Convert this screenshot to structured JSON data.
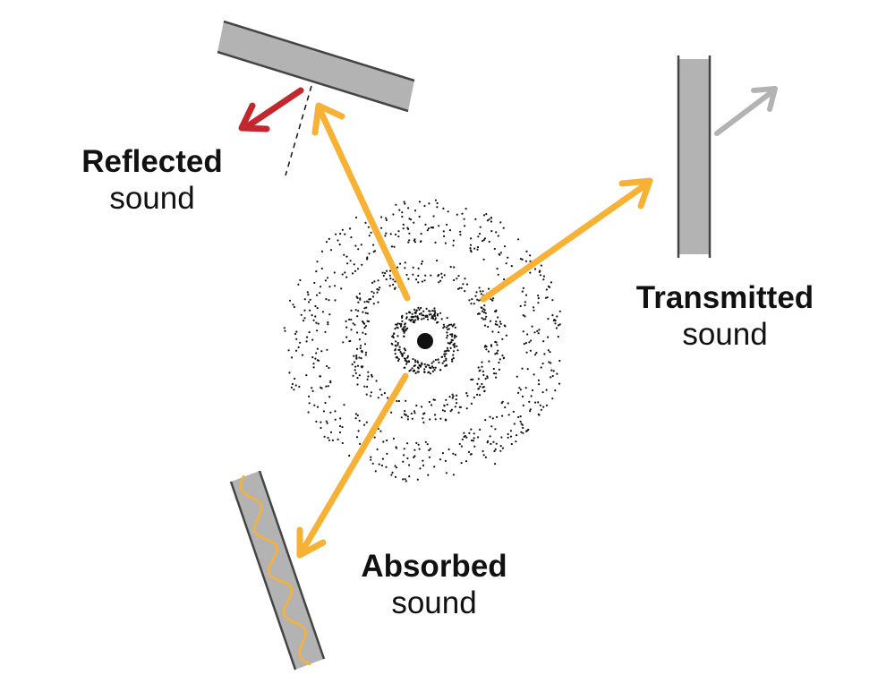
{
  "labels": {
    "reflected": {
      "title": "Reflected",
      "sub": "sound"
    },
    "transmitted": {
      "title": "Transmitted",
      "sub": "sound"
    },
    "absorbed": {
      "title": "Absorbed",
      "sub": "sound"
    }
  },
  "colors": {
    "panel_fill": "#b3b3b3",
    "panel_stroke": "#444444",
    "arrow_main": "#f7b134",
    "arrow_reflected": "#c1272d",
    "arrow_transmitted": "#b3b3b3",
    "dots": "#111111",
    "text": "#111111"
  },
  "icons": {
    "source": "sound-source-dot",
    "wave": "absorbed-wave-squiggle"
  }
}
